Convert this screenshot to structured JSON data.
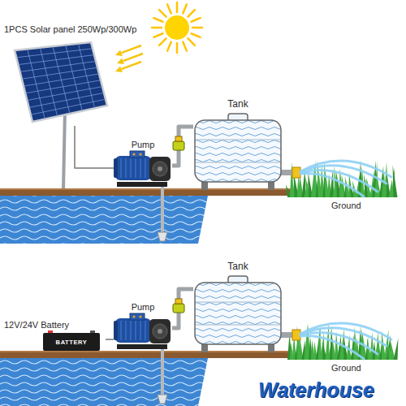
{
  "diagram": {
    "nodes": [
      {
        "text": [
          "1PCS Solar panel 250Wp/300Wp"
        ]
      },
      {
        "text": [
          "Tank"
        ]
      },
      {
        "text": [
          "Pump"
        ]
      },
      {
        "text": [
          "Tank"
        ]
      },
      {
        "text": [
          "Pump"
        ]
      },
      {
        "text": [
          "12V/24V Battery",
          "BATTERY"
        ]
      }
    ],
    "edges": [
      {
        "from": 0,
        "to": 2,
        "arrow": "none"
      },
      {
        "from": 2,
        "to": 1,
        "arrow": "none"
      },
      {
        "from": 4,
        "to": 3,
        "arrow": "none"
      },
      {
        "from": 5,
        "to": 4,
        "arrow": "none"
      }
    ],
    "labels": [
      "Ground",
      "Ground",
      "Waterhouse"
    ]
  }
}
